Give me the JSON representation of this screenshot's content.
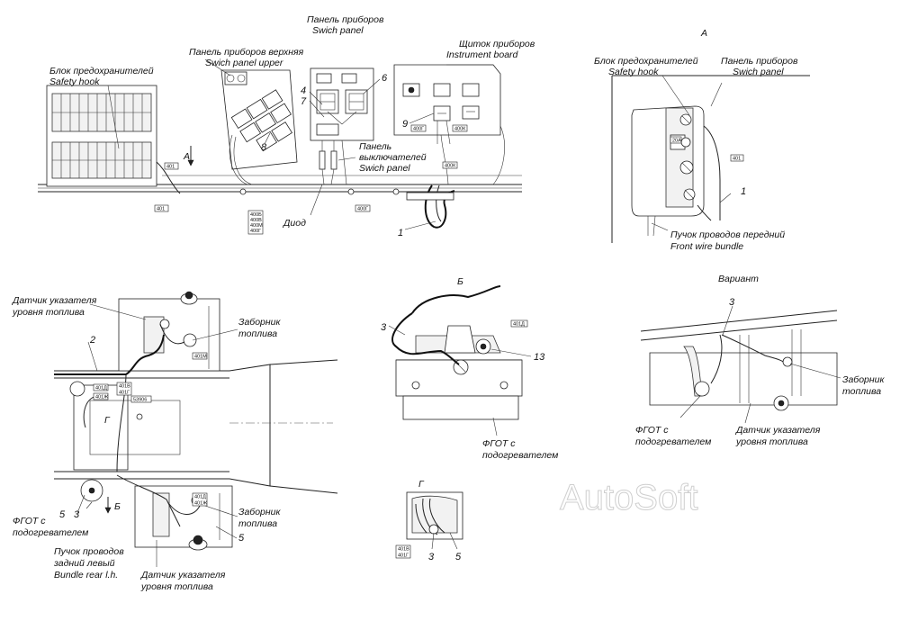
{
  "views": {
    "A": "А",
    "B": "Б",
    "G": "Г",
    "variant": "Вариант"
  },
  "labels": {
    "panel_ru": "Панель приборов",
    "panel_en": "Swich panel",
    "panel_upper_ru": "Панель приборов верхняя",
    "panel_upper_en": "Swich panel upper",
    "shield_ru": "Щиток приборов",
    "shield_en": "Instrument board",
    "fuse_ru": "Блок предохранителей",
    "fuse_en": "Safety hook",
    "switch_ru_1": "Панель",
    "switch_ru_2": "выключателей",
    "switch_en": "Swich panel",
    "diode": "Диод",
    "front_bundle_ru": "Пучок проводов передний",
    "front_bundle_en": "Front wire bundle",
    "fuel_sensor_ru_1": "Датчик указателя",
    "fuel_sensor_ru_2": "уровня топлива",
    "fuel_intake_ru_1": "Заборник",
    "fuel_intake_ru_2": "топлива",
    "fgot_1": "ФГОТ с",
    "fgot_2": "подогревателем",
    "rear_bundle_ru_1": "Пучок проводов",
    "rear_bundle_ru_2": "задний левый",
    "rear_bundle_en": "Bundle rear l.h."
  },
  "numbers": {
    "n1": "1",
    "n2": "2",
    "n3": "3",
    "n4": "4",
    "n5": "5",
    "n6": "6",
    "n7": "7",
    "n8": "8",
    "n9": "9",
    "n13": "13"
  },
  "wire_tags": {
    "t400g": "400Г",
    "t400k": "400К",
    "t400b": "400Б",
    "t400v": "400В",
    "t400m": "400М",
    "t401": "401",
    "t401v": "401В",
    "t401g": "401Г",
    "t401m": "401М",
    "t401d": "401Д",
    "t401zh": "401Ж",
    "t53906": "53906",
    "t20a": "20А"
  },
  "watermark": "AutoSoft"
}
